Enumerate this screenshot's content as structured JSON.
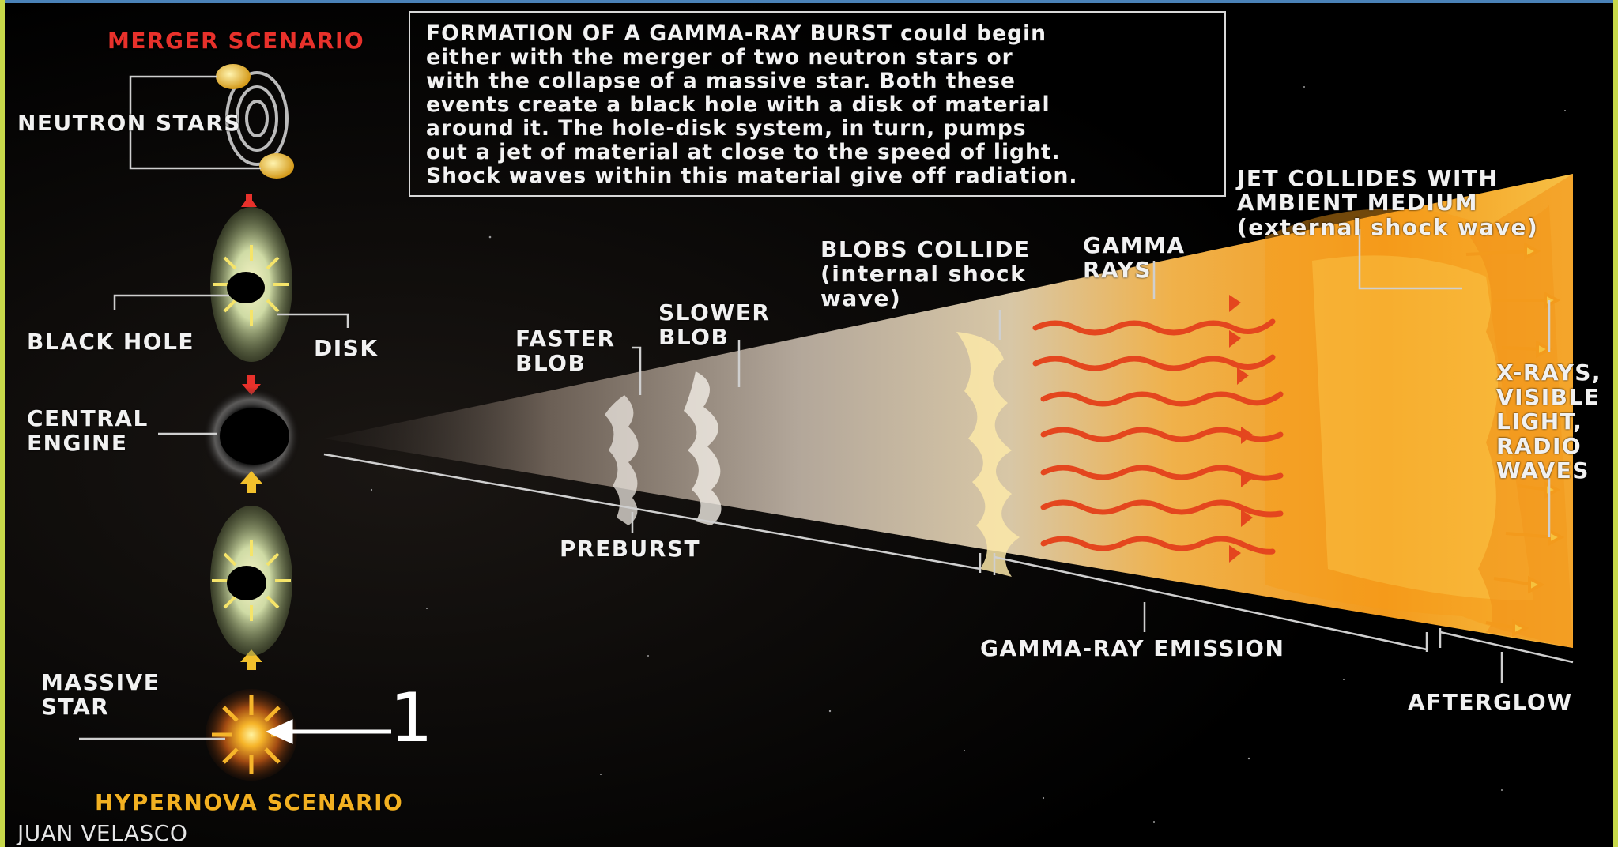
{
  "figure": {
    "intro_lines": [
      "FORMATION OF A GAMMA-RAY BURST could begin",
      "either with the merger of two neutron stars or",
      "with the collapse of a massive star. Both these",
      "events create a black hole with a disk of material",
      "around it. The hole-disk system, in turn, pumps",
      "out a jet of material at close to the speed of light.",
      "Shock waves within this material give off radiation."
    ],
    "merger_scenario": "MERGER SCENARIO",
    "hypernova_scenario": "HYPERNOVA SCENARIO",
    "credit": "JUAN VELASCO",
    "callout_number": "1"
  },
  "labels": {
    "neutron_stars": "NEUTRON STARS",
    "black_hole": "BLACK HOLE",
    "disk": "DISK",
    "central_engine": "CENTRAL\nENGINE",
    "massive_star": "MASSIVE\nSTAR",
    "faster_blob": "FASTER\nBLOB",
    "slower_blob": "SLOWER\nBLOB",
    "blobs_collide": "BLOBS COLLIDE\n(internal shock\nwave)",
    "gamma_rays": "GAMMA\nRAYS",
    "jet_collides": "JET COLLIDES WITH\nAMBIENT MEDIUM\n(external shock wave)",
    "xrays": "X-RAYS,\nVISIBLE\nLIGHT,\nRADIO\nWAVES",
    "preburst": "PREBURST",
    "gamma_ray_emission": "GAMMA-RAY EMISSION",
    "afterglow": "AFTERGLOW"
  },
  "colors": {
    "merger_red": "#e8312b",
    "hypernova_gold": "#f2b021",
    "jet_orange": "#f39a1c",
    "ray_red": "#e4461e",
    "disk_green": "#b7c98f"
  }
}
